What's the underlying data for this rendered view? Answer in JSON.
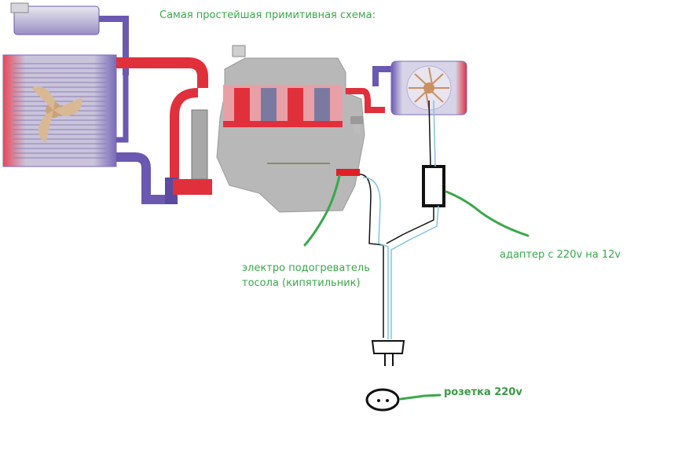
{
  "diagram": {
    "title": "Самая простейшая примитивная схема:",
    "labels": {
      "heater_line1": "электро подогреватель",
      "heater_line2": "тосола (кипятильник)",
      "adapter": "адаптер с 220v на 12v",
      "socket": "розетка 220v"
    },
    "colors": {
      "annotation": "#3aa84a",
      "hot_pipe": "#e0303c",
      "cold_pipe": "#6b58b0",
      "engine": "#b8b8b8",
      "heater_element": "#e01f26",
      "wire_black": "#111111",
      "wire_blue": "#7fc4e0"
    }
  }
}
